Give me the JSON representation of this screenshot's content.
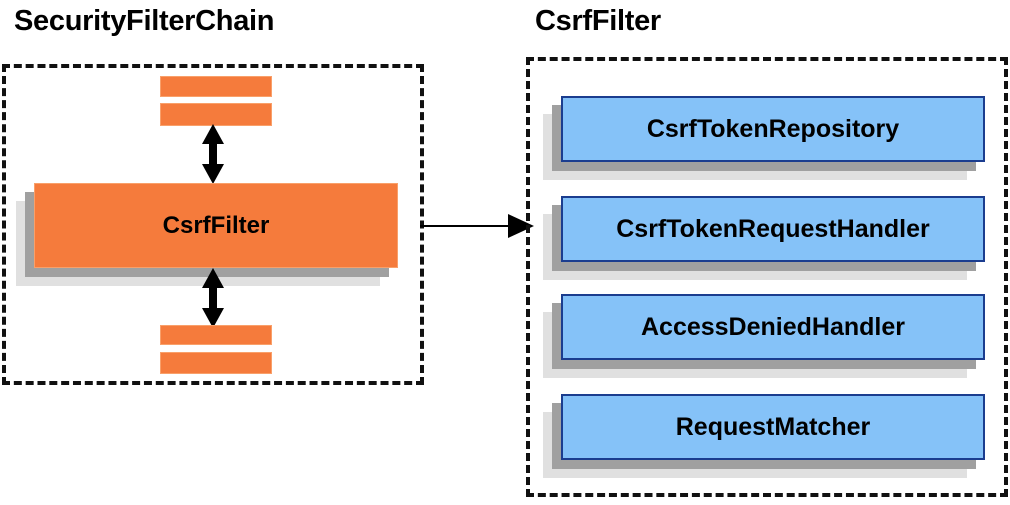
{
  "diagram": {
    "title_left": "SecurityFilterChain",
    "title_right": "CsrfFilter",
    "colors": {
      "orange_fill": "#F57B3C",
      "orange_border": "#F9A06A",
      "blue_fill": "#85C2F8",
      "blue_border": "#1B3D8F",
      "shadow_dark": "#A0A0A0",
      "shadow_light": "#E0E0E0",
      "outline": "#111111",
      "text": "#000000"
    }
  },
  "left_panel": {
    "title": "SecurityFilterChain",
    "focus_node": {
      "label": "CsrfFilter",
      "kind": "filter"
    },
    "filler_bars_top": [
      {
        "label": ""
      },
      {
        "label": ""
      }
    ],
    "filler_bars_bottom": [
      {
        "label": ""
      },
      {
        "label": ""
      }
    ],
    "connectors": [
      {
        "name": "arrow-up",
        "type": "double-headed-vertical"
      },
      {
        "name": "arrow-down",
        "type": "double-headed-vertical"
      }
    ]
  },
  "right_panel": {
    "title": "CsrfFilter",
    "collaborators": [
      {
        "label": "CsrfTokenRepository"
      },
      {
        "label": "CsrfTokenRequestHandler"
      },
      {
        "label": "AccessDeniedHandler"
      },
      {
        "label": "RequestMatcher"
      }
    ]
  },
  "link": {
    "name": "arrow-right",
    "type": "single-headed-horizontal",
    "from": "CsrfFilter",
    "to": "CsrfFilter detail"
  }
}
